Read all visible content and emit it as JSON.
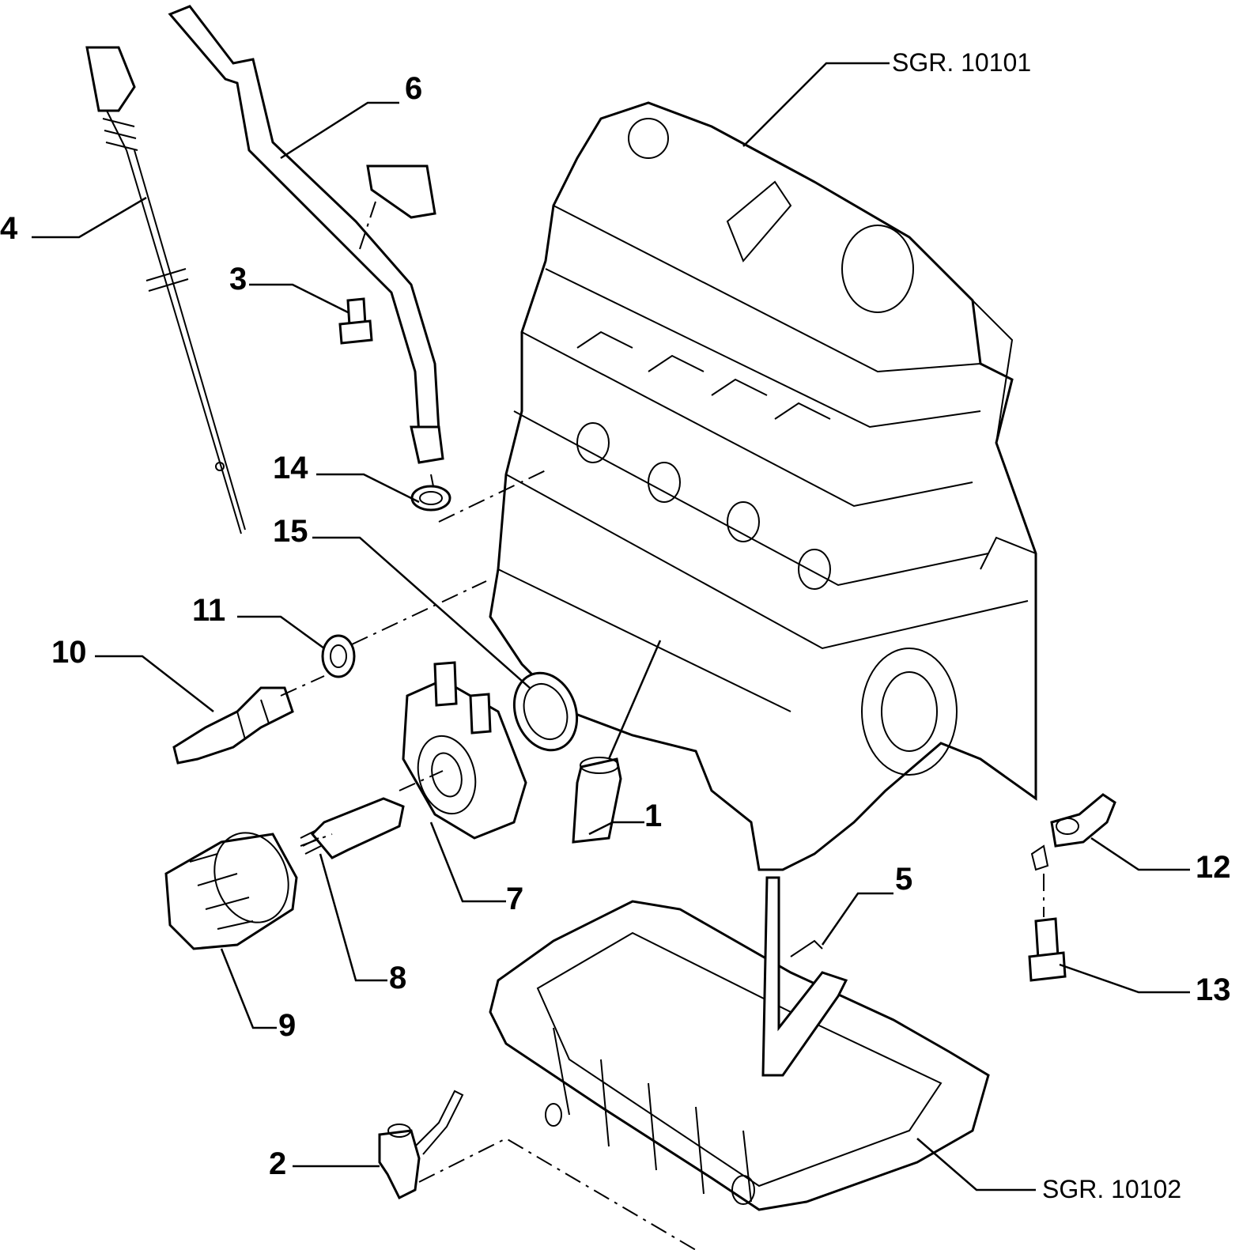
{
  "references": {
    "engine_block": "SGR. 10101",
    "oil_pan": "SGR. 10102"
  },
  "callouts": {
    "c1": "1",
    "c2": "2",
    "c3": "3",
    "c4": "4",
    "c5": "5",
    "c6": "6",
    "c7": "7",
    "c8": "8",
    "c9": "9",
    "c10": "10",
    "c11": "11",
    "c12": "12",
    "c13": "13",
    "c14": "14",
    "c15": "15"
  }
}
